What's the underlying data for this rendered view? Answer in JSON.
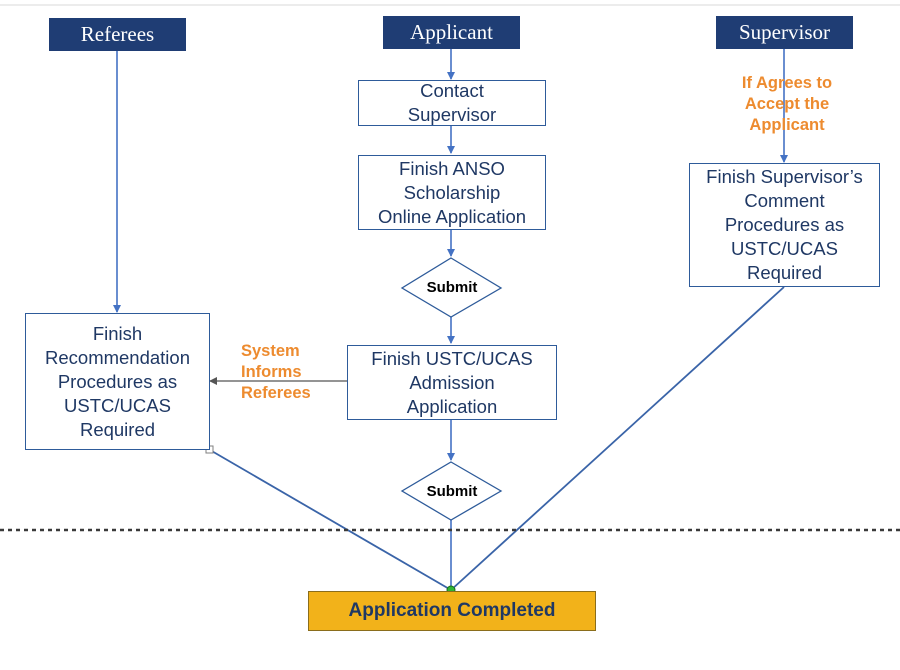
{
  "lanes": {
    "referees": "Referees",
    "applicant": "Applicant",
    "supervisor": "Supervisor"
  },
  "steps": {
    "contact_supervisor": "Contact\nSupervisor",
    "finish_anso": "Finish ANSO\nScholarship\nOnline Application",
    "submit_1": "Submit",
    "finish_admission": "Finish USTC/UCAS\nAdmission\nApplication",
    "submit_2": "Submit",
    "finish_recommendation": "Finish\nRecommendation\nProcedures as\nUSTC/UCAS\nRequired",
    "finish_supervisor_comment": "Finish Supervisor’s\nComment\nProcedures as\nUSTC/UCAS\nRequired",
    "final": "Application Completed"
  },
  "notes": {
    "supervisor_condition": "If Agrees to\nAccept the\nApplicant",
    "system_informs": "System\nInforms\nReferees"
  },
  "colors": {
    "header_bg": "#1f3d74",
    "box_border": "#2e5b9a",
    "note_text": "#ed8b2f",
    "final_bg": "#f2b21a"
  }
}
